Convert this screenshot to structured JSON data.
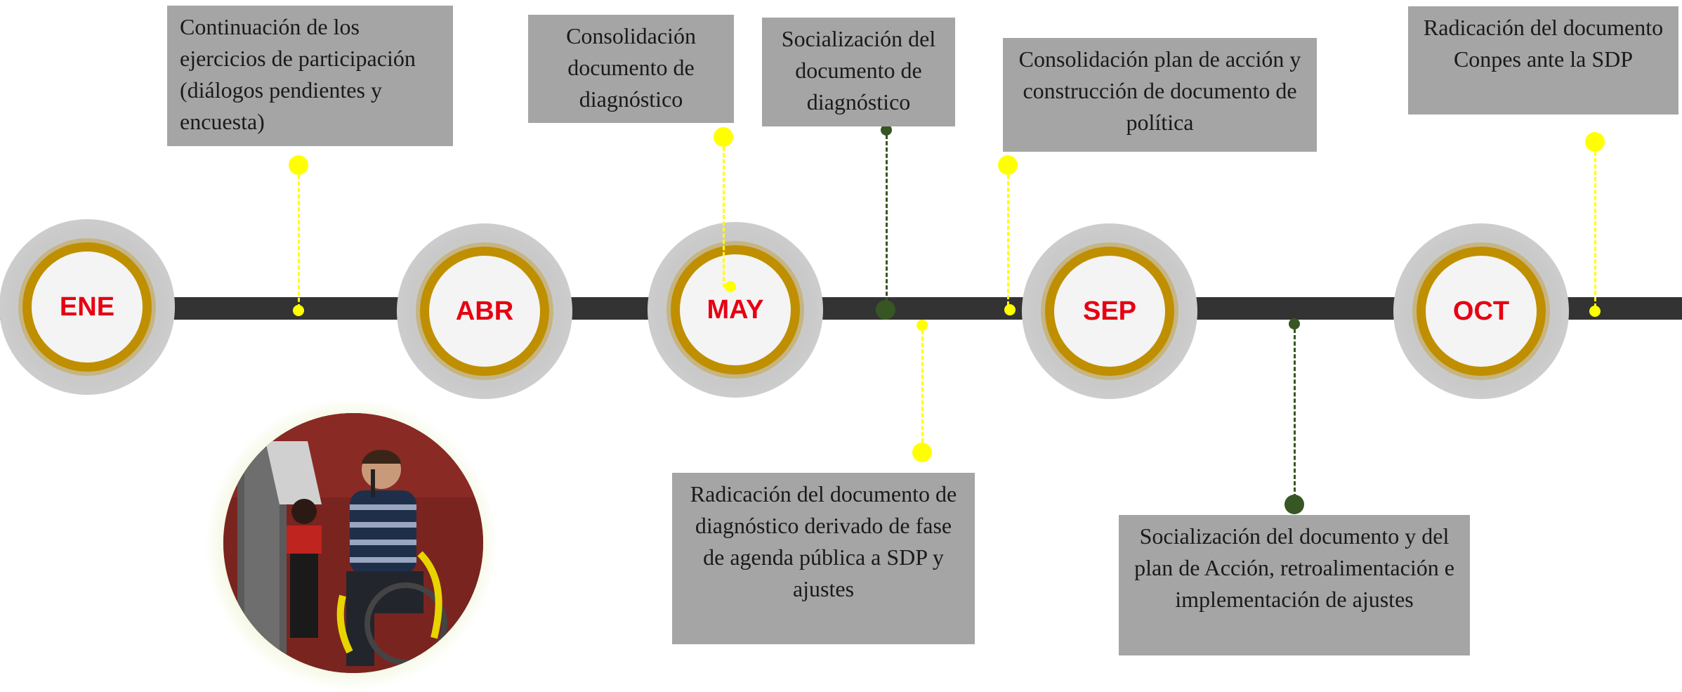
{
  "months": [
    "ENE",
    "ABR",
    "MAY",
    "SEP",
    "OCT"
  ],
  "top_boxes": [
    "Continuación de los ejercicios de participación (diálogos pendientes y encuesta)",
    "Consolidación documento de diagnóstico",
    "Socialización del documento de diagnóstico",
    "Consolidación plan de acción y construcción de documento de política",
    "Radicación del documento Conpes ante la SDP"
  ],
  "bottom_boxes": [
    "Radicación del documento de diagnóstico derivado de fase de agenda pública a SDP y ajustes",
    "Socialización del documento y del plan de Acción, retroalimentación e implementación de ajustes"
  ],
  "colors": {
    "bar": "#333333",
    "month_text": "#e60012",
    "ring": "#bf8f00",
    "box": "#a5a5a5",
    "yellow_marker": "#ffff00",
    "green_marker": "#375623"
  },
  "photo": {
    "icon": "photo-person-wheelchair-microphone"
  }
}
